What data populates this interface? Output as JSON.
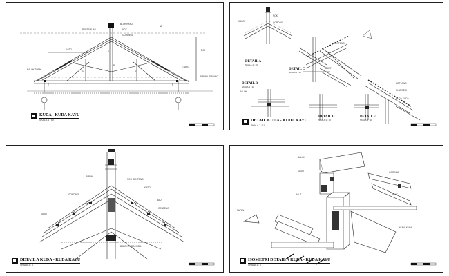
{
  "sheets": [
    {
      "title": "KUDA - KUDA KAYU",
      "scale": "SKALA 1 : 50"
    },
    {
      "title": "DETAIL KUDA - KUDA KAYU",
      "scale": "SKALA 1 : 10"
    },
    {
      "title": "DETAIL A KUDA - KUDA KAYU",
      "scale": "SKALA 1 : 5"
    },
    {
      "title": "ISOMETRI DETAIL A KUDA - KUDA KAYU",
      "scale": "SKALA 1 : 5"
    }
  ],
  "details": [
    {
      "name": "DETAIL A",
      "scale": "SKALA 1 : 10"
    },
    {
      "name": "DETAIL B",
      "scale": "SKALA 1 : 10"
    },
    {
      "name": "DETAIL C",
      "scale": "SKALA 1 : 10"
    },
    {
      "name": "DETAIL D",
      "scale": "SKALA 1 : 10"
    },
    {
      "name": "DETAIL E",
      "scale": "SKALA 1 : 10"
    }
  ],
  "sheet1_labels": [
    "A",
    "B",
    "C",
    "D",
    "E",
    "F"
  ]
}
